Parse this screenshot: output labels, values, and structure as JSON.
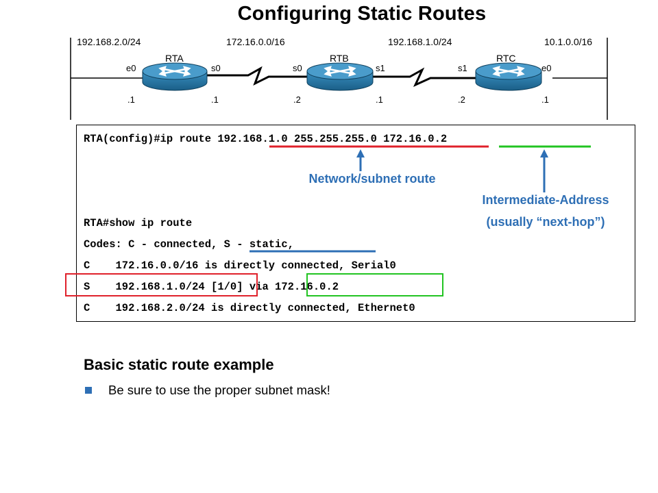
{
  "title": "Configuring Static Routes",
  "topology": {
    "networks": [
      "192.168.2.0/24",
      "172.16.0.0/16",
      "192.168.1.0/24",
      "10.1.0.0/16"
    ],
    "routers": [
      {
        "name": "RTA",
        "if_left": "e0",
        "if_right": "s0",
        "ip_left": ".1",
        "ip_right": ".1"
      },
      {
        "name": "RTB",
        "if_left": "s0",
        "if_right": "s1",
        "ip_left": ".2",
        "ip_right": ".1"
      },
      {
        "name": "RTC",
        "if_left": "s1",
        "if_right": "e0",
        "ip_left": ".2",
        "ip_right": ".1"
      }
    ]
  },
  "cli": {
    "lines": [
      "RTA(config)#ip route 192.168.1.0 255.255.255.0 172.16.0.2",
      "RTA#show ip route",
      "Codes: C - connected, S - static,",
      "C    172.16.0.0/16 is directly connected, Serial0",
      "S    192.168.1.0/24 [1/0] via 172.16.0.2",
      "C    192.168.2.0/24 is directly connected, Ethernet0"
    ]
  },
  "annotations": {
    "network_route": "Network/subnet route",
    "intermediate_line1": "Intermediate-Address",
    "intermediate_line2": "(usually “next-hop”)"
  },
  "colors": {
    "red": "#e0202a",
    "green": "#21c421",
    "blue": "#2e6fb5",
    "router": "#1f6f9c"
  },
  "example": {
    "heading": "Basic static route example",
    "bullet": "Be sure to use the proper subnet mask!"
  }
}
